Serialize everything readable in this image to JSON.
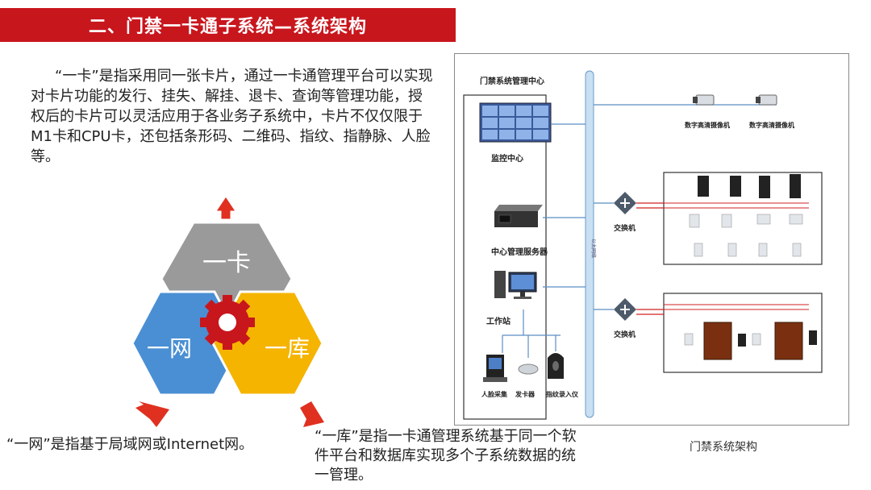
{
  "title": "二、门禁一卡通子系统—系统架构",
  "intro": "“一卡”是指采用同一张卡片，通过一卡通管理平台可以实现对卡片功能的发行、挂失、解挂、退卡、查询等管理功能，授权后的卡片可以灵活应用于各业务子系统中，卡片不仅仅限于M1卡和CPU卡，还包括条形码、二维码、指纹、指静脉、人脸等。",
  "hexagons": {
    "top": "一卡",
    "left": "一网",
    "right": "一库"
  },
  "notes": {
    "wang": "“一网”是指基于局域网或Internet网。",
    "ku": "“一库”是指一卡通管理系统基于同一个软件平台和数据库实现多个子系统数据的统一管理。"
  },
  "architecture": {
    "center_title": "门禁系统管理中心",
    "monitor": "监控中心",
    "server": "中心管理服务器",
    "workstation": "工作站",
    "face": "人脸采集",
    "card_issuer": "发卡器",
    "fingerprint": "指纹录入仪",
    "camera1": "数字高清摄像机",
    "camera2": "数字高清摄像机",
    "switch1": "交换机",
    "switch2": "交换机",
    "bus_label": "以太网络"
  },
  "caption": "门禁系统架构",
  "colors": {
    "title_bg": "#c8161d",
    "hex_gray": "#9a9a9a",
    "hex_blue": "#4a8fd4",
    "hex_yellow": "#f5b400",
    "gear": "#c8161d",
    "arrow": "#e03020"
  }
}
